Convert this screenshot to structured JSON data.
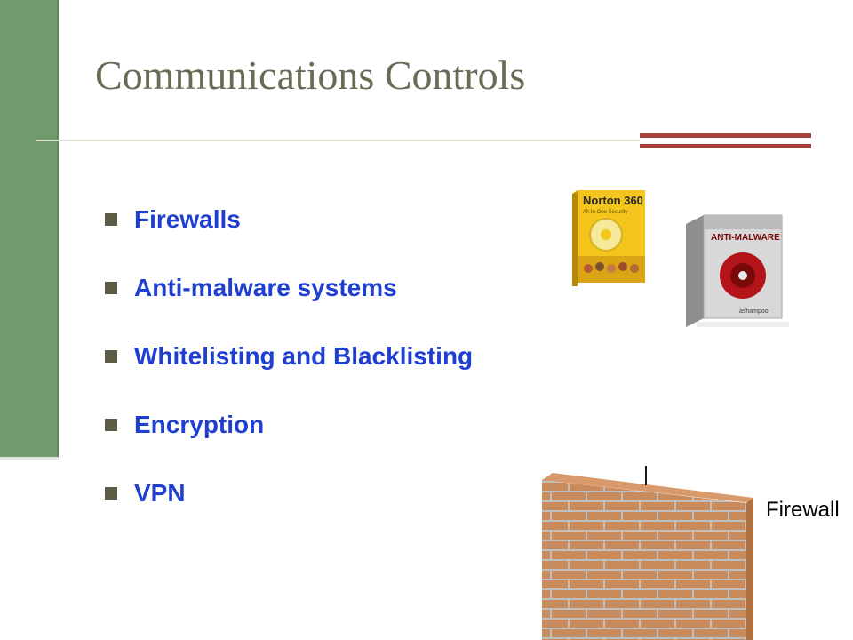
{
  "slide": {
    "title": "Communications Controls",
    "title_color": "#6b6b55",
    "bullet_text_color": "#1f3fd1",
    "bullet_marker_color": "#5c5c48",
    "accent_color": "#a8413a",
    "sidebar_color": "#6f9b6d"
  },
  "bullets": [
    {
      "label": "Firewalls"
    },
    {
      "label": "Anti-malware systems"
    },
    {
      "label": "Whitelisting and Blacklisting"
    },
    {
      "label": "Encryption"
    },
    {
      "label": "VPN"
    }
  ],
  "images": {
    "norton": {
      "name_text": "Norton 360",
      "subtitle": "All-In-One Security"
    },
    "antimalware": {
      "name_text": "ANTI-MALWARE",
      "publisher": "ashampoo"
    },
    "firewall": {
      "label": "Firewall"
    }
  }
}
